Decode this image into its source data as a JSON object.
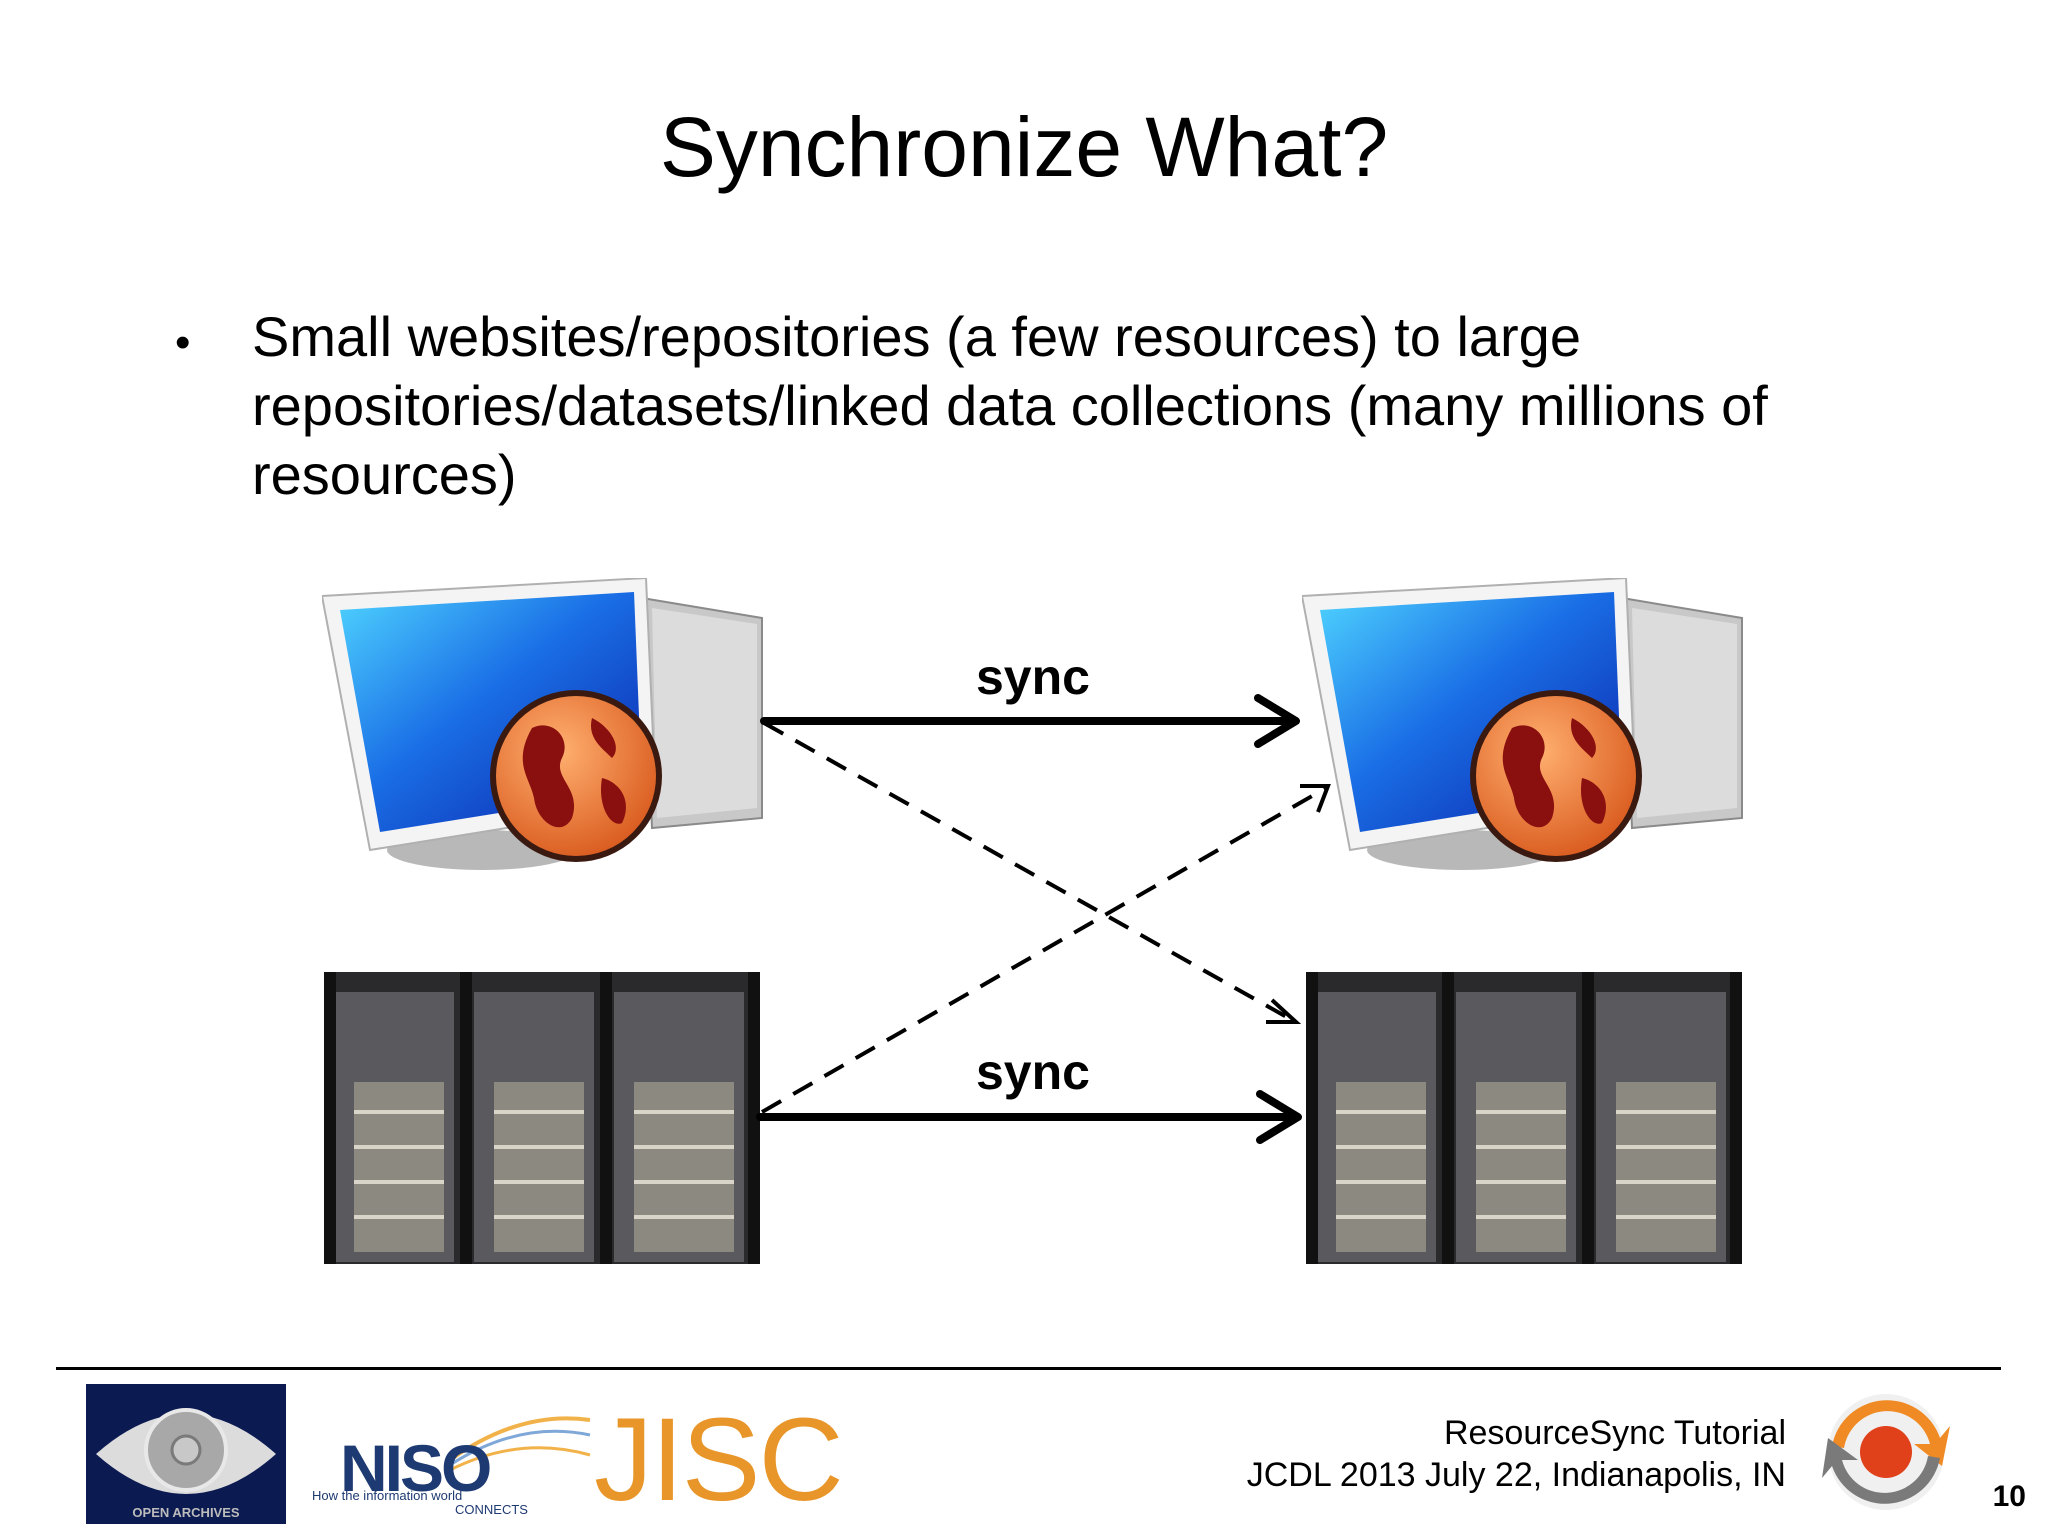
{
  "slide": {
    "title": "Synchronize What?",
    "bullet": "Small websites/repositories (a few resources) to large repositories/datasets/linked data collections (many millions of resources)",
    "bullet_marker": "•"
  },
  "diagram": {
    "sync_top_label": "sync",
    "sync_bottom_label": "sync",
    "icons": [
      "web-server-monitor-globe-icon",
      "server-rack-photo-icon"
    ]
  },
  "footer": {
    "line1": "ResourceSync Tutorial",
    "line2": "JCDL 2013 July 22, Indianapolis, IN",
    "page_number": "10",
    "logos": {
      "oa_label": "OPEN ARCHIVES",
      "niso_name": "NISO",
      "niso_tagline": "How the information world",
      "niso_tagline2": "CONNECTS",
      "jisc_name": "JISC"
    }
  },
  "colors": {
    "screen_blue": "#1a4fd6",
    "globe_orange": "#e8782a",
    "niso_blue": "#1e3a72",
    "jisc_orange": "#e8962a",
    "resourcesync_orange": "#f08a24"
  }
}
